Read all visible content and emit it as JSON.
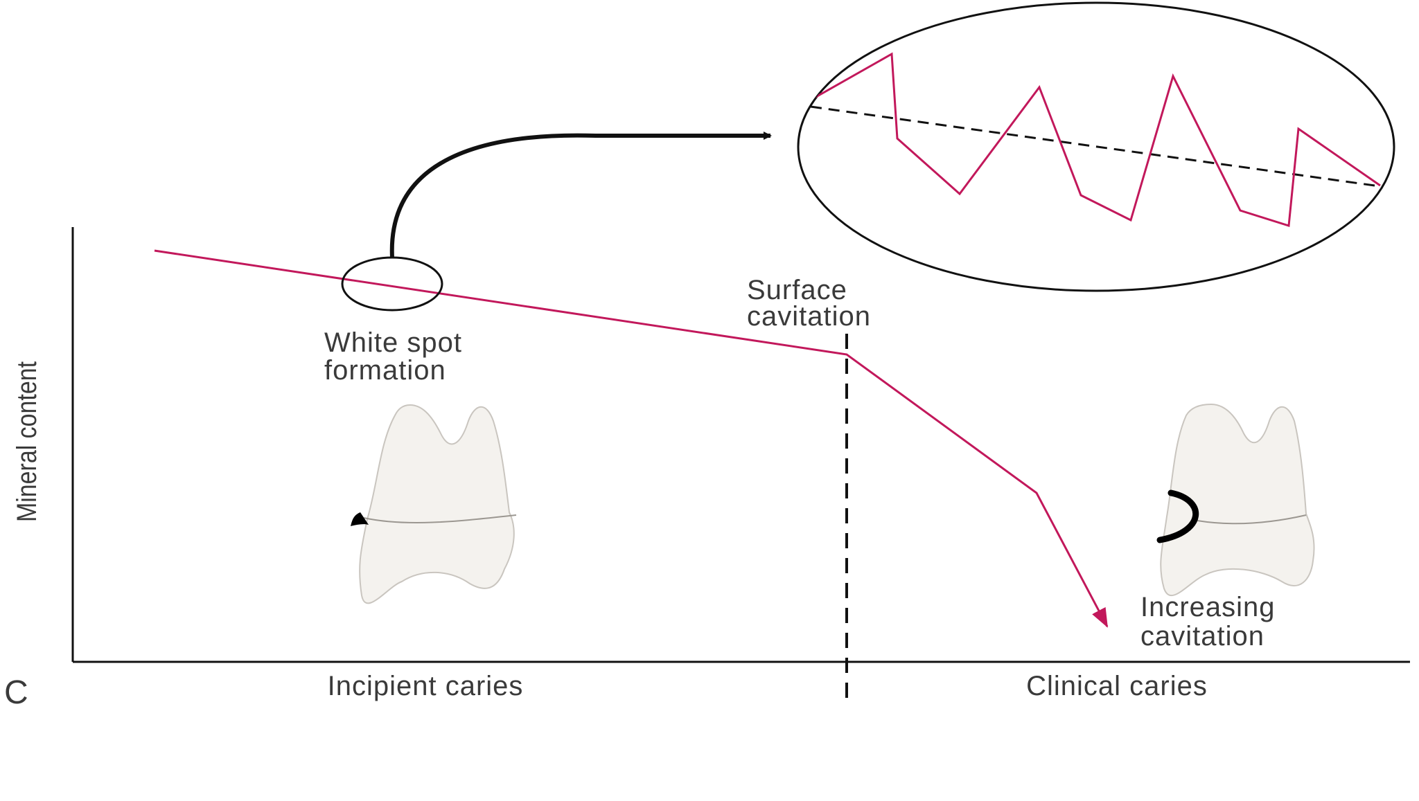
{
  "panel_letter": "C",
  "axis": {
    "ylabel": "Mineral content"
  },
  "phases": {
    "left": "Incipient caries",
    "right": "Clinical caries"
  },
  "annotations": {
    "white_spot": [
      "White spot",
      "formation"
    ],
    "surface_cavitation": [
      "Surface",
      "cavitation"
    ],
    "increasing_cavitation": [
      "Increasing",
      "cavitation"
    ]
  },
  "colors": {
    "curve": "#c2185b",
    "ink": "#111111",
    "text": "#3a3a3a",
    "tooth": "#f4f2ee",
    "lesion": "#000000"
  }
}
